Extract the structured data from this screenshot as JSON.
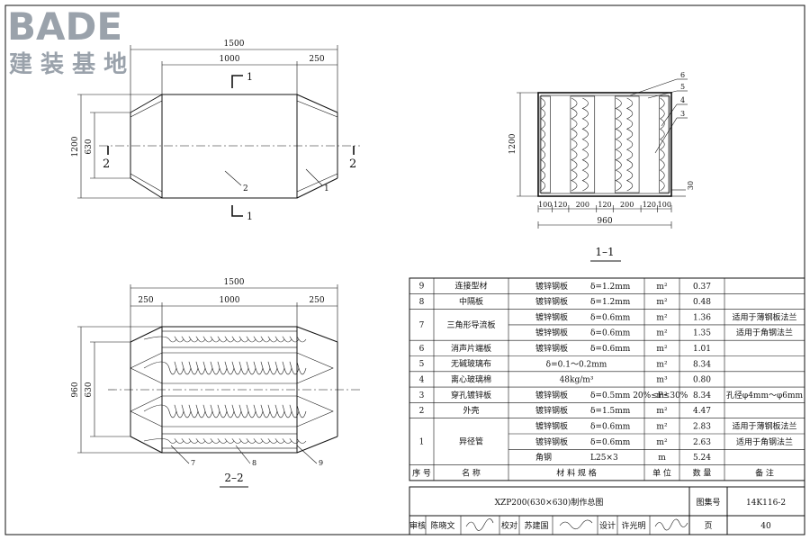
{
  "logo": {
    "brand": "BADE",
    "subtitle": "建 装 基 地"
  },
  "front_view": {
    "dim_total": "1500",
    "dim_mid": "1000",
    "dim_end": "250",
    "dim_height": "1200",
    "dim_pipe": "630",
    "section_1": "1",
    "section_2": "2",
    "callout_2": "2",
    "callout_1": "1"
  },
  "section_view": {
    "dim_height": "1200",
    "dim_thick": "30",
    "dims": [
      "100",
      "120",
      "200",
      "120",
      "200",
      "120",
      "100"
    ],
    "dim_total": "960",
    "callouts": [
      "6",
      "5",
      "4",
      "3"
    ],
    "label": "1–1"
  },
  "plan_view": {
    "dim_total": "1500",
    "dim_start": "250",
    "dim_mid": "1000",
    "dim_end": "250",
    "dim_height": "960",
    "dim_pipe": "630",
    "callouts": [
      "7",
      "8",
      "9"
    ],
    "label": "2–2"
  },
  "table": {
    "rows": [
      {
        "no": "9",
        "name": "连接型材",
        "mat": "镀锌钢板",
        "spec": "δ=1.2mm",
        "unit": "m²",
        "qty": "0.37",
        "note": ""
      },
      {
        "no": "8",
        "name": "中隔板",
        "mat": "镀锌钢板",
        "spec": "δ=1.2mm",
        "unit": "m²",
        "qty": "0.48",
        "note": ""
      },
      {
        "no": "7",
        "name": "三角形导流板",
        "mat": "镀锌钢板",
        "spec": "δ=0.6mm",
        "unit": "m²",
        "qty": "1.36",
        "note": "适用于薄钢板法兰"
      },
      {
        "no": "",
        "name": "",
        "mat": "镀锌钢板",
        "spec": "δ=0.6mm",
        "unit": "m²",
        "qty": "1.35",
        "note": "适用于角钢法兰"
      },
      {
        "no": "6",
        "name": "消声片端板",
        "mat": "镀锌钢板",
        "spec": "δ=0.6mm",
        "unit": "m²",
        "qty": "1.01",
        "note": ""
      },
      {
        "no": "5",
        "name": "无碱玻璃布",
        "mat": "",
        "spec": "δ=0.1～0.2mm",
        "unit": "m²",
        "qty": "8.34",
        "note": ""
      },
      {
        "no": "4",
        "name": "离心玻璃棉",
        "mat": "",
        "spec": "48kg/m³",
        "unit": "m³",
        "qty": "0.80",
        "note": ""
      },
      {
        "no": "3",
        "name": "穿孔镀锌板",
        "mat": "镀锌钢板",
        "spec": "δ=0.5mm 20%≤P≤30%",
        "unit": "m²",
        "qty": "8.34",
        "note": "孔径φ4mm～φ6mm"
      },
      {
        "no": "2",
        "name": "外壳",
        "mat": "镀锌钢板",
        "spec": "δ=1.5mm",
        "unit": "m²",
        "qty": "4.47",
        "note": ""
      },
      {
        "no": "1",
        "name": "异径管",
        "mat": "镀锌钢板",
        "spec": "δ=0.6mm",
        "unit": "m²",
        "qty": "2.83",
        "note": "适用于薄钢板法兰"
      },
      {
        "no": "",
        "name": "",
        "mat": "镀锌钢板",
        "spec": "δ=0.6mm",
        "unit": "m²",
        "qty": "2.63",
        "note": "适用于角钢法兰"
      },
      {
        "no": "",
        "name": "",
        "mat": "角钢",
        "spec": "L25×3",
        "unit": "m",
        "qty": "5.24",
        "note": ""
      }
    ],
    "header": {
      "no": "序 号",
      "name": "名 称",
      "spec": "材 料 规 格",
      "unit": "单 位",
      "qty": "数 量",
      "note": "备 注"
    }
  },
  "title_block": {
    "title": "XZP200(630×630)制作总图",
    "atlas_label": "图集号",
    "atlas_no": "14K116-2",
    "page_label": "页",
    "page_no": "40",
    "review_label": "审核",
    "reviewer": "陈晓文",
    "check_label": "校对",
    "checker": "苏建国",
    "design_label": "设计",
    "designer": "许光明"
  }
}
